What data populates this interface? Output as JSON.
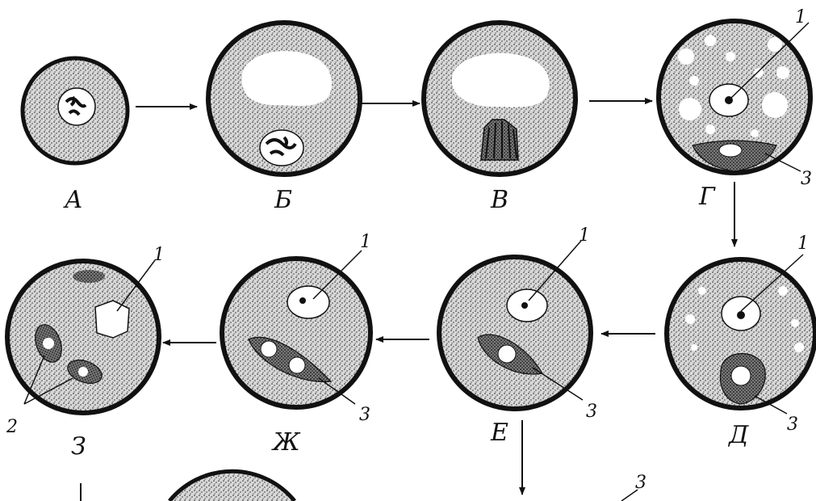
{
  "stages": [
    {
      "id": "A",
      "label": "А"
    },
    {
      "id": "B",
      "label": "Б"
    },
    {
      "id": "V",
      "label": "В"
    },
    {
      "id": "G",
      "label": "Г"
    },
    {
      "id": "D",
      "label": "Д"
    },
    {
      "id": "E",
      "label": "Е"
    },
    {
      "id": "Zh",
      "label": "Ж"
    },
    {
      "id": "Z",
      "label": "З"
    }
  ],
  "callouts": {
    "one": "1",
    "two": "2",
    "three": "3"
  },
  "colors": {
    "ink": "#111111",
    "cytoplasm": "#c9c9c9",
    "vacuole": "#ffffff",
    "dark_cell": "#8a8a8a"
  }
}
